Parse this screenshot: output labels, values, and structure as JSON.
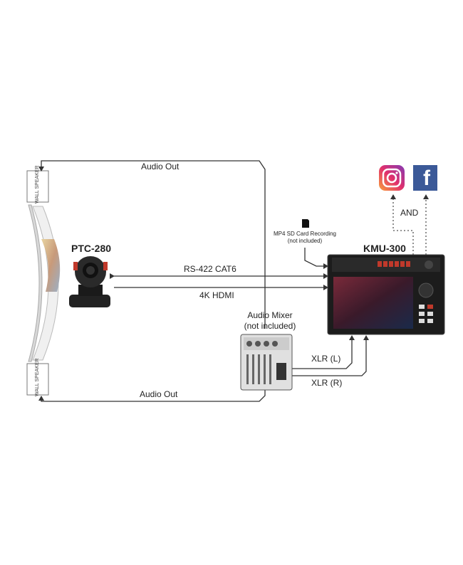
{
  "labels": {
    "audio_out_top": "Audio Out",
    "audio_out_bottom": "Audio Out",
    "wall_speaker_top": "WALL SPEAKER",
    "wall_speaker_bottom": "WALL SPEAKER",
    "camera": "PTC-280",
    "rs422": "RS-422 CAT6",
    "hdmi": "4K HDMI",
    "audio_mixer_line1": "Audio Mixer",
    "audio_mixer_line2": "(not included)",
    "sd_line1": "MP4 SD Card Recording",
    "sd_line2": "(not included)",
    "switcher": "KMU-300",
    "xlr_left": "XLR (L)",
    "xlr_right": "XLR (R)",
    "and": "AND",
    "facebook_letter": "f"
  },
  "icons": {
    "instagram": "instagram-icon",
    "facebook": "facebook-icon",
    "sd_card": "sd-card-icon"
  },
  "colors": {
    "facebook": "#3b5998",
    "instagram_start": "#f9a13a",
    "instagram_mid": "#e1306c",
    "instagram_end": "#833ab4",
    "line": "#333333"
  }
}
